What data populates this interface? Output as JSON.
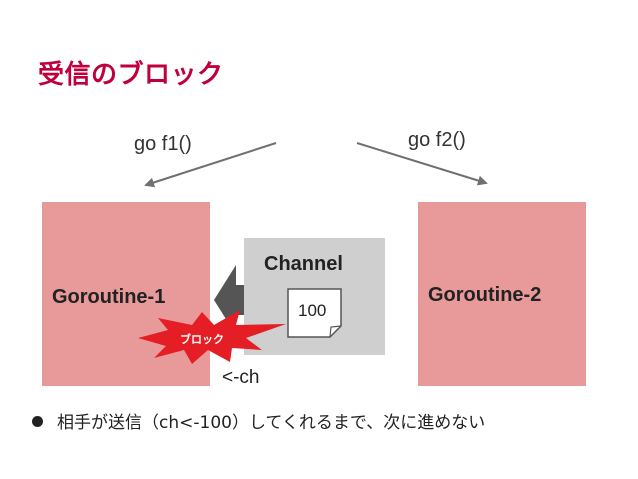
{
  "title": "受信のブロック",
  "calls": {
    "left": "go f1()",
    "right": "go f2()"
  },
  "goroutines": {
    "left": "Goroutine-1",
    "right": "Goroutine-2"
  },
  "channel": {
    "label": "Channel",
    "message": "100"
  },
  "block_label": "ブロック",
  "receive_op": "<-ch",
  "bullet": "相手が送信（ch<-100）してくれるまで、次に進めない",
  "colors": {
    "title": "#C0003C",
    "goroutine": "#E89A9A",
    "channel": "#CFCFCF",
    "burst": "#E51E25",
    "arrow": "#707070"
  }
}
